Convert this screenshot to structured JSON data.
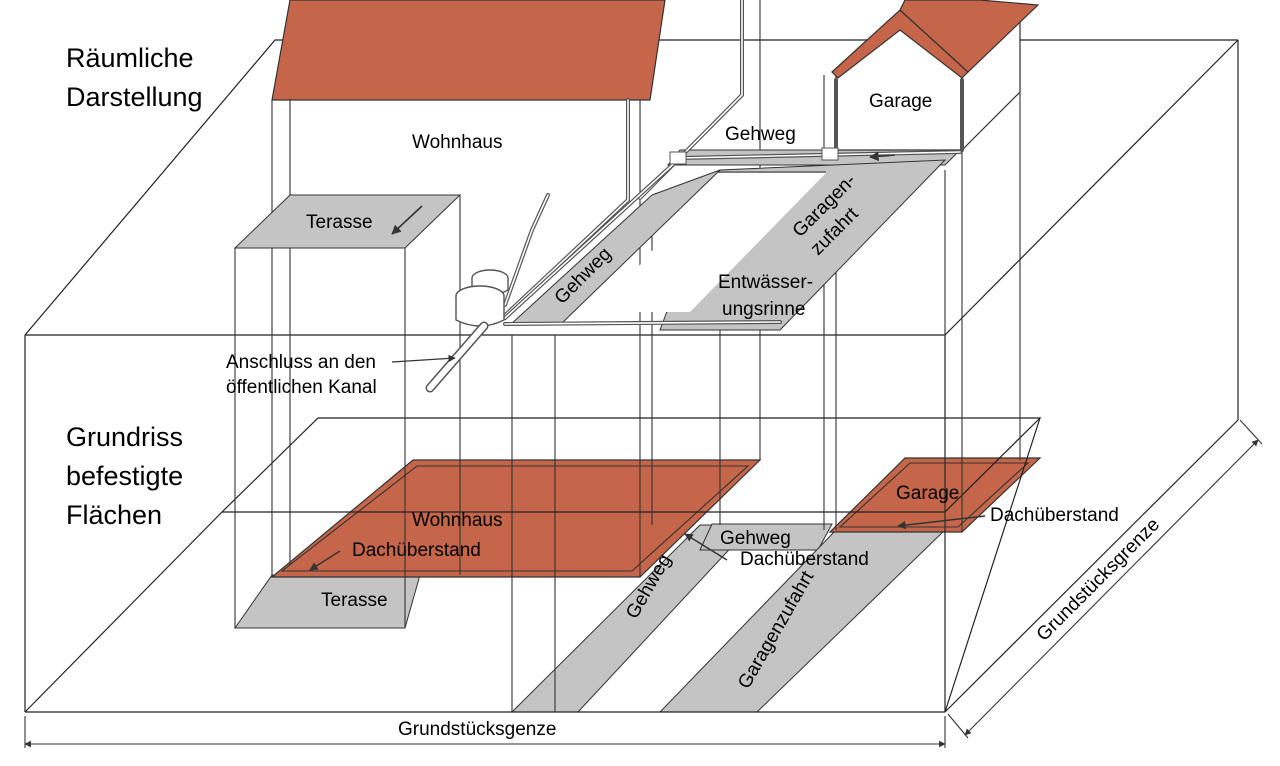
{
  "titles": {
    "top_line1": "Räumliche",
    "top_line2": "Darstellung",
    "bottom_line1": "Grundriss",
    "bottom_line2": "befestigte",
    "bottom_line3": "Flächen"
  },
  "top_view": {
    "wohnhaus": "Wohnhaus",
    "garage": "Garage",
    "gehweg_top": "Gehweg",
    "terasse": "Terasse",
    "gehweg_diag": "Gehweg",
    "garagenzufahrt_1": "Garagen-",
    "garagenzufahrt_2": "zufahrt",
    "entwaesserung_1": "Entwässer-",
    "entwaesserung_2": "ungsrinne",
    "anschluss_1": "Anschluss an den",
    "anschluss_2": "öffentlichen Kanal"
  },
  "plan_view": {
    "wohnhaus": "Wohnhaus",
    "dachueberstand_house": "Dachüberstand",
    "terasse": "Terasse",
    "gehweg_diag": "Gehweg",
    "gehweg_top": "Gehweg",
    "dachueberstand_mid": "Dachüberstand",
    "garage": "Garage",
    "dachueberstand_garage": "Dachüberstand",
    "garagenzufahrt": "Garagenzufahrt",
    "grundstuecksgrenze_right": "Grundstücksgrenze",
    "grundstuecksgrenze_bottom": "Grundstücksgenze"
  },
  "colors": {
    "roof": "#c5654a",
    "paved": "#c4c4c4",
    "line": "#333333"
  }
}
